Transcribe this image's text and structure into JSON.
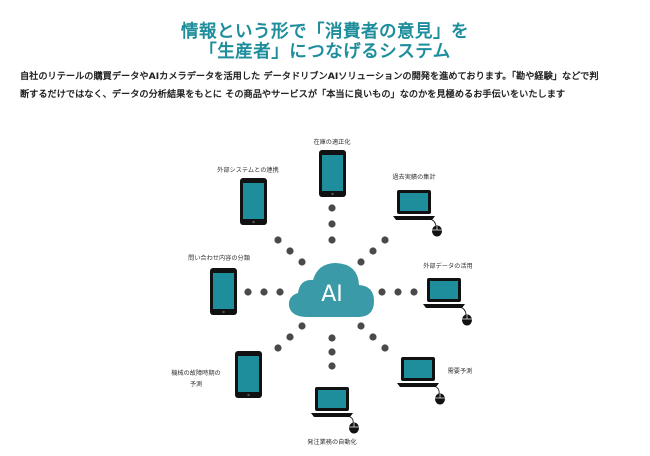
{
  "heading": {
    "line1": "情報という形で「消費者の意見」を",
    "line2": "「生産者」につなげるシステム"
  },
  "description": {
    "line1": "自社のリテールの購買データやAIカメラデータを活用した データドリブンAIソリューションの開発を進めております。「勘や経験」などで判",
    "line2": "断するだけではなく、データの分析結果をもとに その商品やサービスが「本当に良いもの」なのかを見極めるお手伝いをいたします"
  },
  "diagram": {
    "center_label": "AI",
    "nodes": [
      {
        "label": "在庫の適正化",
        "device": "phone-icon"
      },
      {
        "label": "過去実績の集計",
        "device": "laptop-icon"
      },
      {
        "label": "外部データの活用",
        "device": "laptop-icon"
      },
      {
        "label": "需要予測",
        "device": "laptop-icon"
      },
      {
        "label": "発注業務の自動化",
        "device": "laptop-icon"
      },
      {
        "label": "機械の故障時期の",
        "label2": "予測",
        "device": "phone-icon"
      },
      {
        "label": "問い合わせ内容の分類",
        "device": "phone-icon"
      },
      {
        "label": "外部システムとの連携",
        "device": "phone-icon"
      }
    ],
    "colors": {
      "cloud": "#3a9aa7",
      "screen": "#1f8e9c",
      "frame": "#111111",
      "title": "#1f8e9c"
    }
  }
}
